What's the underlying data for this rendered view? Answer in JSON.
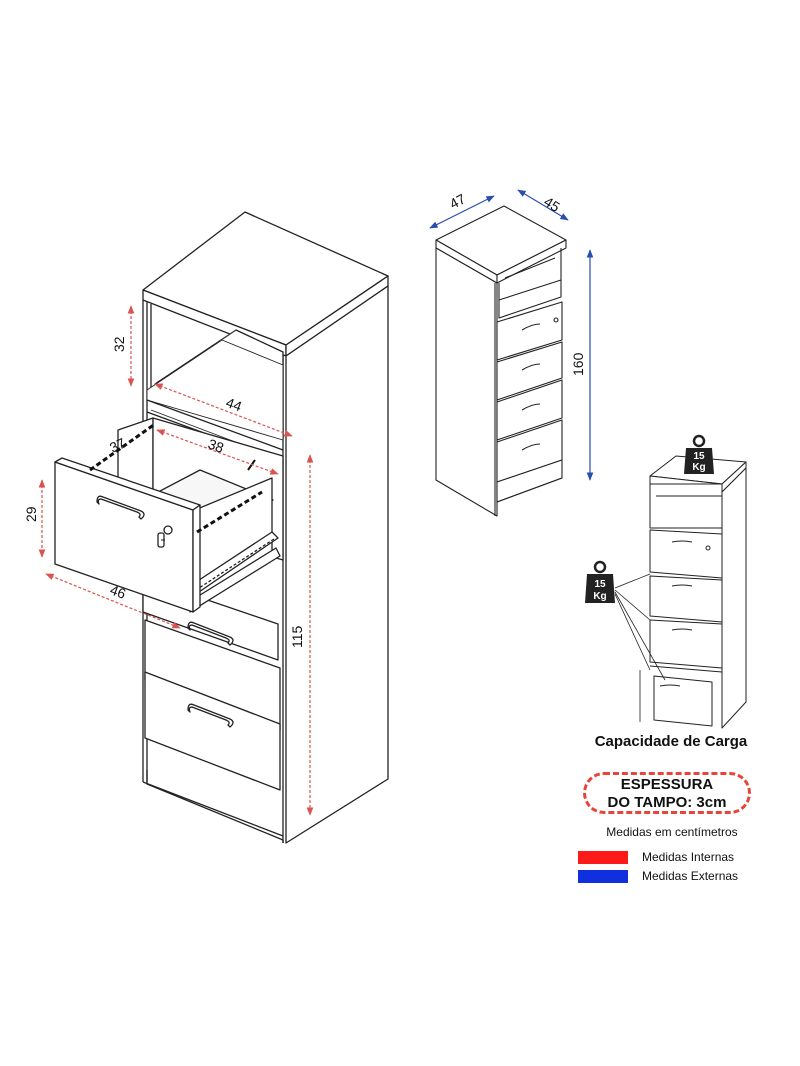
{
  "dimensions": {
    "top_width": "47",
    "top_depth": "45",
    "total_height": "160",
    "niche_height": "32",
    "internal_depth": "44",
    "drawer_depth": "37",
    "drawer_width": "38",
    "drawer_height": "29",
    "drawer_front_width": "46",
    "body_height": "115"
  },
  "weights": {
    "top_load": [
      "15",
      "Kg"
    ],
    "drawer_load": [
      "15",
      "Kg"
    ]
  },
  "labels": {
    "capacity_title": "Capacidade de Carga",
    "thickness_line1": "ESPESSURA",
    "thickness_line2": "DO TAMPO: 3cm",
    "units_note": "Medidas em centímetros",
    "legend_internal": "Medidas Internas",
    "legend_external": "Medidas Externas"
  },
  "colors": {
    "internal": "#ff1a1a",
    "external": "#1030e0",
    "dimension_red": "#d9534f",
    "dimension_blue": "#2a4db0",
    "weight_icon": "#222222",
    "thickness_border": "#e8443c"
  }
}
